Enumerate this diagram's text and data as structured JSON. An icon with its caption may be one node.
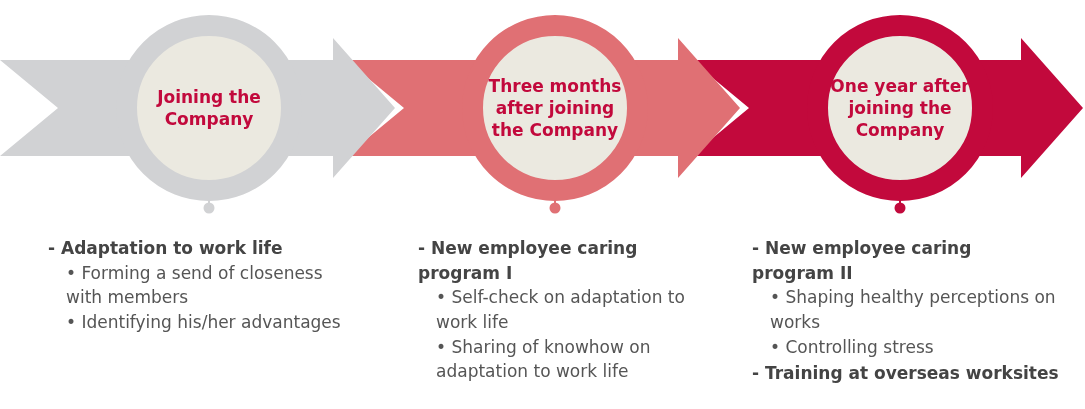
{
  "diagram": {
    "nodes": [
      {
        "text": [
          "Joining the Company"
        ]
      },
      {
        "text": [
          "Three months after joining the Company"
        ]
      },
      {
        "text": [
          "One year after joining the Company"
        ]
      },
      {
        "text": [
          "- Adaptation to work life",
          "• Forming a send of closeness with members",
          "• Identifying his/her advantages"
        ]
      },
      {
        "text": [
          "- New employee caring program I",
          "• Self-check on adaptation to work life",
          "• Sharing of knowhow on adaptation to work life"
        ]
      },
      {
        "text": [
          "- New employee caring program II",
          "• Shaping healthy perceptions on works",
          "• Controlling stress",
          "- Training at overseas worksites"
        ]
      }
    ],
    "edges": [
      {
        "from": 0,
        "to": 1,
        "arrow": "to",
        "style": "thick",
        "color": "#d1d2d4"
      },
      {
        "from": 1,
        "to": 2,
        "arrow": "to",
        "style": "thick",
        "color": "#e07074"
      },
      {
        "from": 2,
        "to": null,
        "arrow": "to",
        "style": "thick",
        "color": "#c2093c"
      },
      {
        "from": 0,
        "to": 3,
        "arrow": "other",
        "color": "#d1d2d4"
      },
      {
        "from": 1,
        "to": 4,
        "arrow": "other",
        "color": "#e07074"
      },
      {
        "from": 2,
        "to": 5,
        "arrow": "other",
        "color": "#c2093c"
      }
    ]
  }
}
